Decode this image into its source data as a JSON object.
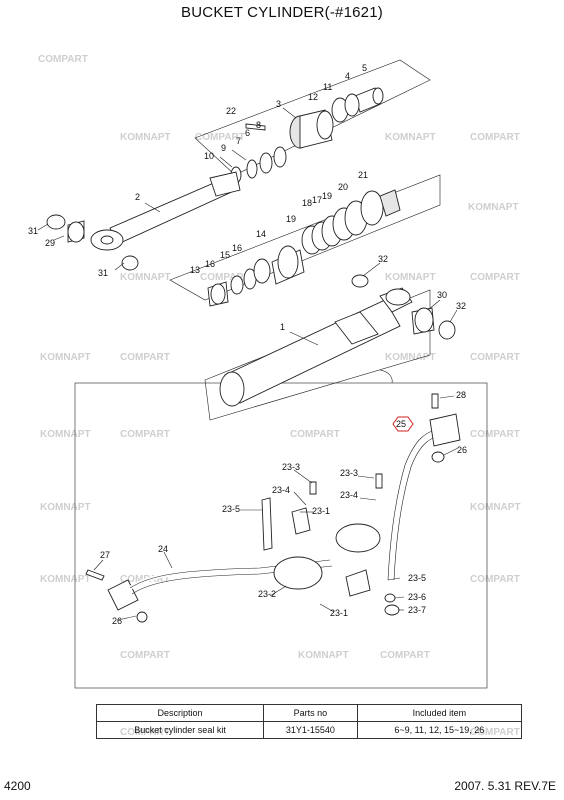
{
  "title": "BUCKET CYLINDER(-#1621)",
  "watermarks": [
    "COMPART",
    "KOMNAPT"
  ],
  "labels": {
    "p1": "1",
    "p2": "2",
    "p4": "4",
    "p5": "5",
    "p6": "6",
    "p7": "7",
    "p8": "8",
    "p9": "9",
    "p10": "10",
    "p11": "11",
    "p12": "12",
    "p13": "13",
    "p14": "14",
    "p15": "15",
    "p16a": "16",
    "p16b": "16",
    "p17": "17",
    "p18": "18",
    "p19": "19",
    "p20": "20",
    "p21": "21",
    "p22": "22",
    "p3": "3",
    "p29": "29",
    "p30": "30",
    "p31a": "31",
    "p31b": "31",
    "p32a": "32",
    "p32b": "32",
    "p24": "24",
    "p25": "25",
    "p26a": "26",
    "p26b": "26",
    "p27": "27",
    "p28": "28",
    "p23_1a": "23-1",
    "p23_1b": "23-1",
    "p23_2": "23-2",
    "p23_3a": "23-3",
    "p23_3b": "23-3",
    "p23_4a": "23-4",
    "p23_4b": "23-4",
    "p23_5a": "23-5",
    "p23_5b": "23-5",
    "p23_6": "23-6",
    "p23_7": "23-7"
  },
  "table": {
    "headers": [
      "Description",
      "Parts no",
      "Included item"
    ],
    "rows": [
      [
        "Bucket cylinder seal kit",
        "31Y1-15540",
        "6~9, 11, 12, 15~19, 26"
      ]
    ]
  },
  "footer": {
    "page": "4200",
    "date_rev": "2007. 5.31  REV.7E"
  },
  "colors": {
    "line": "#222222",
    "watermark": "#cfcfcf",
    "highlight": "#d22222"
  }
}
